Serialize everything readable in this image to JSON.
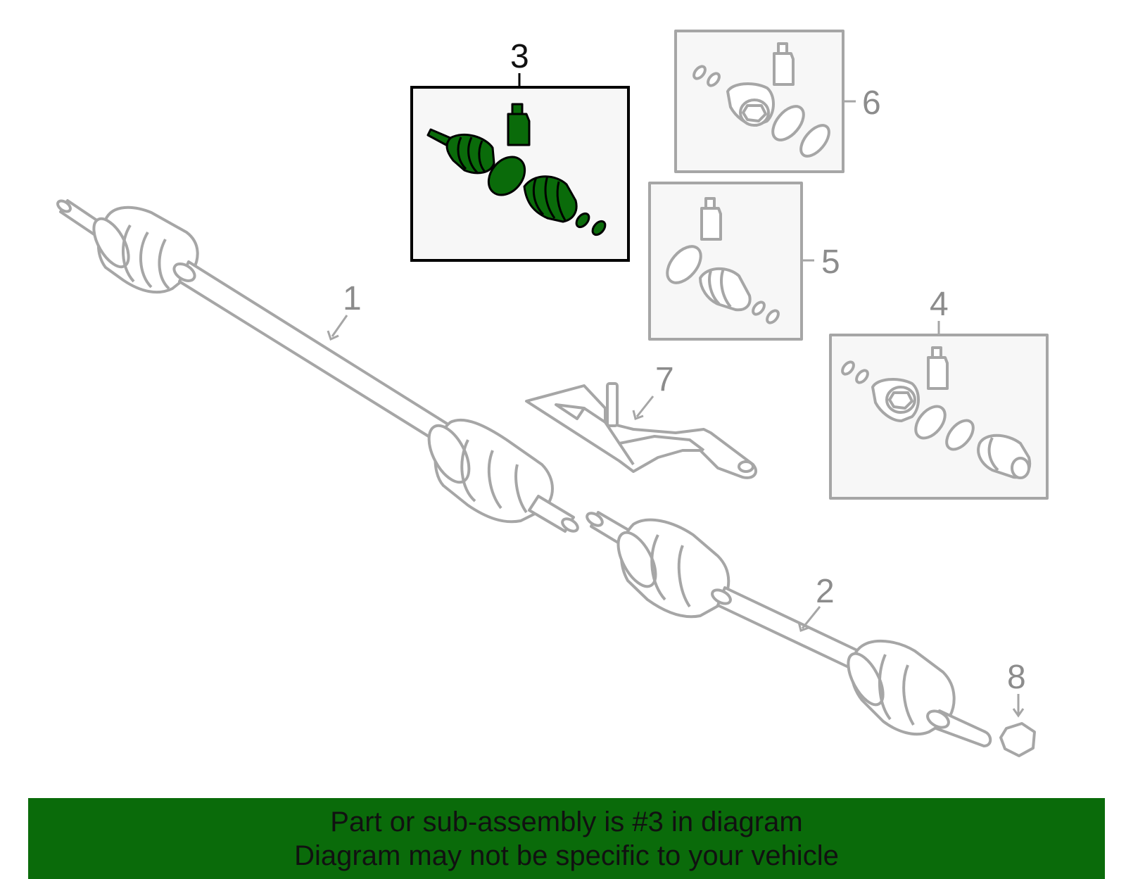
{
  "diagram": {
    "callouts": {
      "c1": "1",
      "c2": "2",
      "c3": "3",
      "c4": "4",
      "c5": "5",
      "c6": "6",
      "c7": "7",
      "c8": "8"
    },
    "highlighted_part": "3"
  },
  "colors": {
    "line_gray": "#a6a6a6",
    "highlight_fill": "#0a6b0a",
    "highlight_stroke": "#000000",
    "box_fill": "#f7f7f7",
    "banner_bg": "#0a6b0a"
  },
  "banner": {
    "line1": "Part or sub-assembly is #3 in diagram",
    "line2": "Diagram may not be specific to your vehicle"
  }
}
